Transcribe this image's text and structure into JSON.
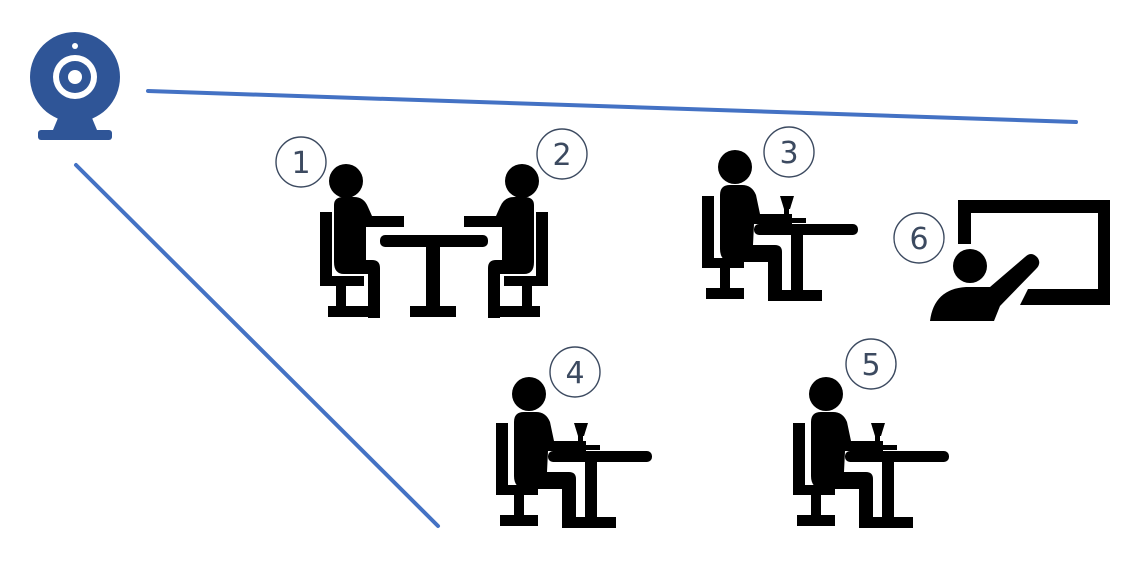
{
  "colors": {
    "camera": "#2f5597",
    "field_of_view": "#4472c4",
    "icons": "#000000",
    "label_number": "#3c4a60"
  },
  "camera": {
    "icon": "webcam-icon"
  },
  "labels": {
    "p1": "1",
    "p2": "2",
    "p3": "3",
    "p4": "4",
    "p5": "5",
    "p6": "6"
  },
  "scenes": [
    {
      "icon": "meeting-table-icon"
    },
    {
      "icon": "person-at-desk-icon"
    },
    {
      "icon": "person-at-desk-icon"
    },
    {
      "icon": "person-at-desk-icon"
    },
    {
      "icon": "presenter-board-icon"
    }
  ]
}
